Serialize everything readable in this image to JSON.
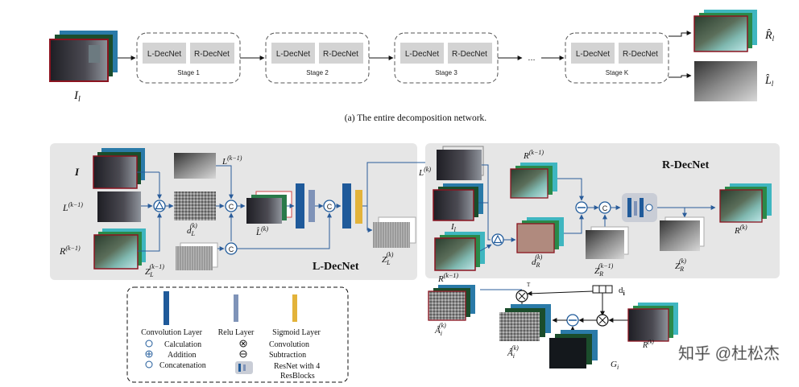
{
  "top": {
    "input_label": "I",
    "input_sub": "l",
    "stages": [
      {
        "left": "L-DecNet",
        "right": "R-DecNet",
        "name": "Stage 1"
      },
      {
        "left": "L-DecNet",
        "right": "R-DecNet",
        "name": "Stage 2"
      },
      {
        "left": "L-DecNet",
        "right": "R-DecNet",
        "name": "Stage 3"
      },
      {
        "left": "L-DecNet",
        "right": "R-DecNet",
        "name": "Stage K"
      }
    ],
    "ellipsis": "...",
    "out_r": "R̂",
    "out_r_sub": "l",
    "out_l": "L̂",
    "out_l_sub": "l",
    "caption": "(a)  The entire decomposition network."
  },
  "ldec": {
    "title": "L-DecNet",
    "I": "I",
    "L_prev": "L",
    "L_prev_sup": "(k−1)",
    "R_prev": "R",
    "R_prev_sup": "(k−1)",
    "L_prev_top": "L",
    "L_prev_top_sup": "(k−1)",
    "dL": "d",
    "dL_sub": "L",
    "dL_sup": "(k)",
    "Lhat": "L̂",
    "Lhat_sup": "(k)",
    "ZL_prev": "Z",
    "ZL_prev_sub": "L",
    "ZL_prev_sup": "(k−1)",
    "ZL": "Z",
    "ZL_sub": "L",
    "ZL_sup": "(k)"
  },
  "rdec": {
    "title": "R-DecNet",
    "Lk": "L",
    "Lk_sup": "(k)",
    "Il": "I",
    "Il_sub": "l",
    "R_prev": "R",
    "R_prev_sup": "(k−1)",
    "R_prev_top": "R",
    "R_prev_top_sup": "(k−1)",
    "dR": "d",
    "dR_sub": "R",
    "dR_sup": "(k)",
    "ZR_prev": "Z",
    "ZR_prev_sub": "R",
    "ZR_prev_sup": "(k−1)",
    "ZR": "Z",
    "ZR_sub": "R",
    "ZR_sup": "(k)",
    "Rk": "R",
    "Rk_sup": "(k)",
    "A1": "Â",
    "A1_sub": "i",
    "A1_sup": "(k)",
    "A2": "Â",
    "A2_sub": "i",
    "A2_sup": "(k)",
    "Gi": "G",
    "Gi_sub": "i",
    "di": "d",
    "di_sub": "i",
    "Ri_top": "R",
    "Ri_top_sup": "(k)",
    "T": "T"
  },
  "legend": {
    "conv": "Convolution Layer",
    "relu": "Relu Layer",
    "sigmoid": "Sigmoid Layer",
    "calculation": "Calculation",
    "addition": "Addition",
    "concatenation": "Concatenation",
    "convolution": "Convolution",
    "subtraction": "Subtraction",
    "resnet1": "ResNet with 4",
    "resnet2": "ResBlocks"
  },
  "watermark": "知乎 @杜松杰",
  "colors": {
    "conv": "#1f5a9a",
    "relu": "#7f93b8",
    "sigmoid": "#e3b33a",
    "arrow": "#2a5c9a",
    "panel": "#e6e6e6"
  }
}
